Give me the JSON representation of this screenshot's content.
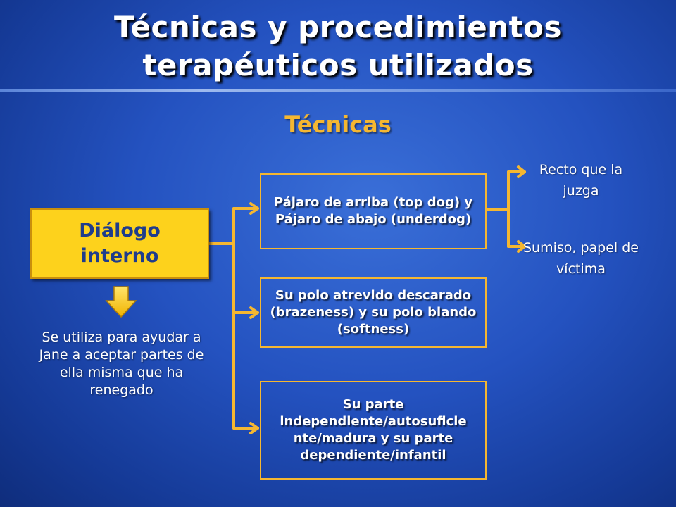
{
  "slide": {
    "title_line1": "Técnicas y procedimientos",
    "title_line2": "terapéuticos utilizados",
    "subtitle": "Técnicas"
  },
  "main_node": {
    "line1": "Diálogo",
    "line2": "interno",
    "description": "Se utiliza para ayudar a Jane a aceptar partes de ella misma que ha renegado"
  },
  "techniques": [
    {
      "text": "Pájaro de arriba (top dog) y Pájaro de abajo (underdog)"
    },
    {
      "text": "Su polo atrevido descarado (brazeness) y su polo blando (softness)"
    },
    {
      "text": "Su parte independiente/autosuficie nte/madura y su parte dependiente/infantil"
    }
  ],
  "sub_items": [
    {
      "text": "Recto que la juzga"
    },
    {
      "text": "Sumiso, papel de víctima"
    }
  ],
  "colors": {
    "background": "#2452c0",
    "accent": "#f5b731",
    "main_box_fill": "#fdd21c",
    "main_box_text": "#1f3c8c"
  }
}
